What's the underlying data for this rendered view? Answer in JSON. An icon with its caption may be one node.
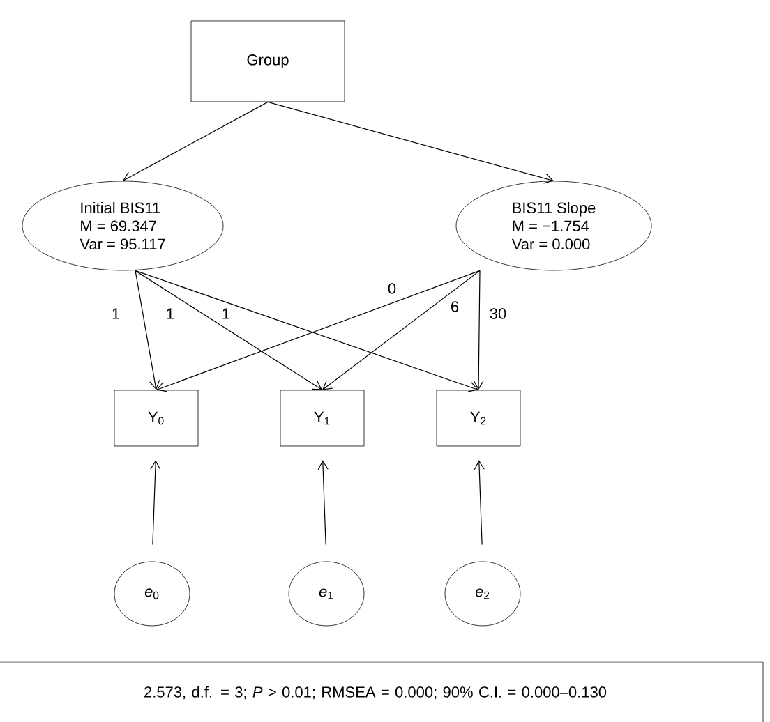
{
  "diagram": {
    "nodes": [
      {
        "text": [
          "Group"
        ]
      },
      {
        "text": [
          "Initial BIS11",
          "M = 69.347",
          "Var = 95.117"
        ]
      },
      {
        "text": [
          "BIS11 Slope",
          "M = −1.754",
          "Var = 0.000"
        ]
      },
      {
        "text": [
          "Y$_{0}$"
        ]
      },
      {
        "text": [
          "Y$_{1}$"
        ]
      },
      {
        "text": [
          "Y$_{2}$"
        ]
      },
      {
        "text": [
          "*e*$_{0}$"
        ]
      },
      {
        "text": [
          "*e*$_{1}$"
        ]
      },
      {
        "text": [
          "*e*$_{2}$"
        ]
      },
      {
        "text": [
          "2.573, d.f. = 3; *P* > 0.01; RMSEA = 0.000; 90% C.I. = 0.000–0.130"
        ]
      }
    ],
    "edges": [
      {
        "from": 0,
        "to": 1,
        "arrow": "to"
      },
      {
        "from": 0,
        "to": 2,
        "arrow": "to"
      },
      {
        "from": 1,
        "to": 3,
        "label": "1",
        "arrow": "to"
      },
      {
        "from": 1,
        "to": 4,
        "label": "1",
        "arrow": "to"
      },
      {
        "from": 1,
        "to": 5,
        "label": "1",
        "arrow": "to"
      },
      {
        "from": 2,
        "to": 3,
        "label": "0",
        "arrow": "to"
      },
      {
        "from": 2,
        "to": 4,
        "label": "6",
        "arrow": "to"
      },
      {
        "from": 2,
        "to": 5,
        "label": "30",
        "arrow": "to"
      },
      {
        "from": 6,
        "to": 3,
        "arrow": "to"
      },
      {
        "from": 7,
        "to": 4,
        "arrow": "to"
      },
      {
        "from": 8,
        "to": 5,
        "arrow": "to"
      }
    ]
  }
}
